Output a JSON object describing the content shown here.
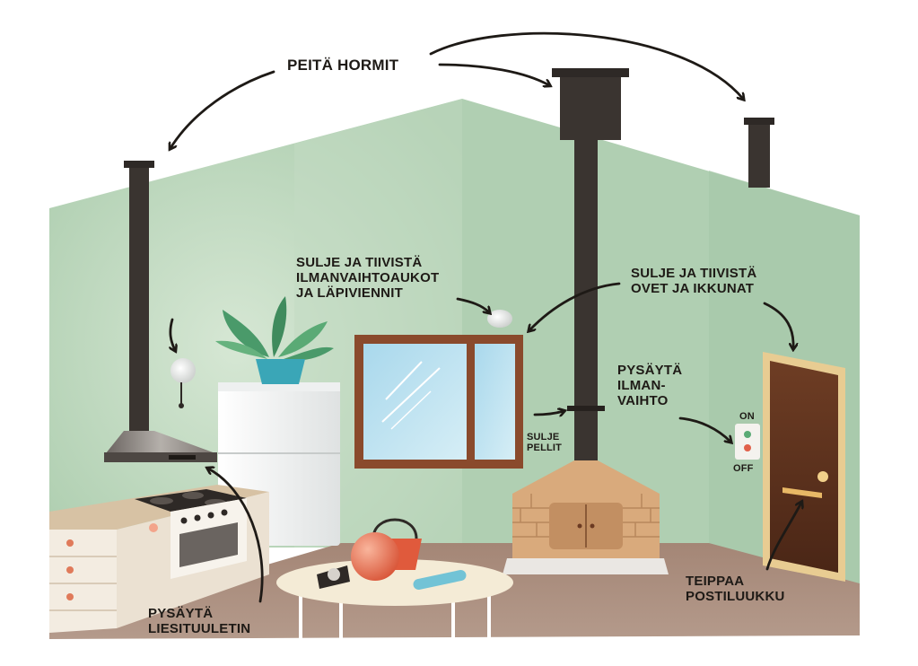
{
  "labels": {
    "cover_flues": "PEITÄ HORMIT",
    "seal_vents": "SULJE JA TIIVISTÄ\nILMANVAIHTOAUKOT\nJA LÄPIVIENNIT",
    "seal_doors": "SULJE JA TIIVISTÄ\nOVET JA IKKUNAT",
    "stop_ventilation": "PYSÄYTÄ\nILMAN-\nVAIHTO",
    "switch_on": "ON",
    "switch_off": "OFF",
    "close_dampers": "SULJE\nPELLIT",
    "tape_mail_slot": "TEIPPAA\nPOSTILUUKKU",
    "stop_hood_fan": "PYSÄYTÄ\nLIESITUULETIN"
  },
  "colors": {
    "wall": "#b4d3b6",
    "floor": "#a98c7c",
    "flue": "#3a3430",
    "ink": "#1e1a16",
    "door": "#6b3a22",
    "brick": "#d9aa7c"
  }
}
